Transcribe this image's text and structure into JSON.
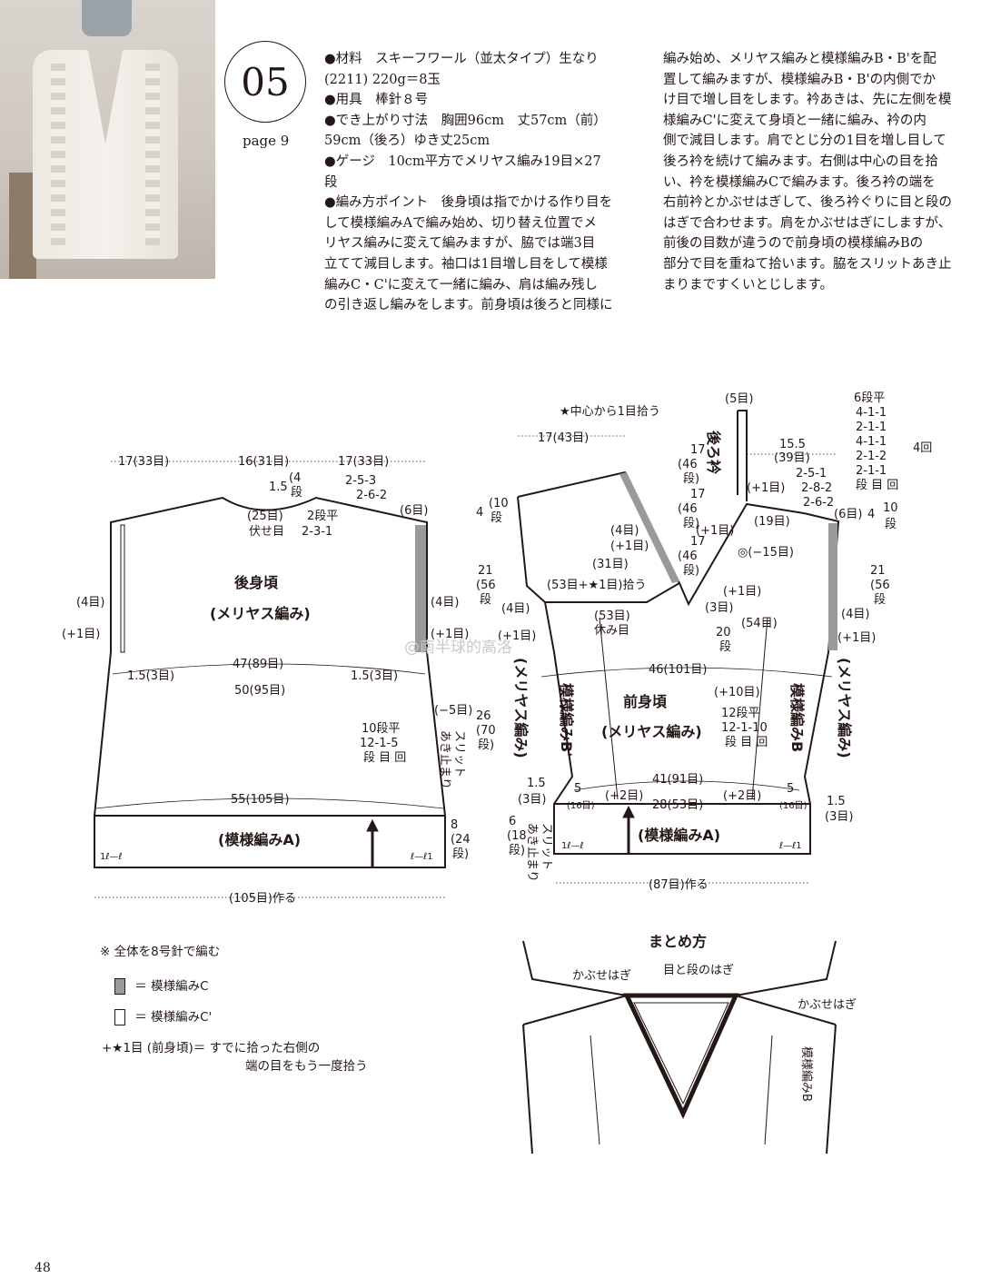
{
  "pattern": {
    "number": "05",
    "page_ref": "page 9"
  },
  "instructions": {
    "col1": [
      "●材料　スキーフワール（並太タイプ）生なり",
      "(2211) 220g＝8玉",
      "●用具　棒針８号",
      "●でき上がり寸法　胸囲96cm　丈57cm（前）",
      "59cm（後ろ）ゆき丈25cm",
      "●ゲージ　10cm平方でメリヤス編み19目×27",
      "段",
      "●編み方ポイント　後身頃は指でかける作り目を",
      "して模様編みAで編み始め、切り替え位置でメ",
      "リヤス編みに変えて編みますが、脇では端3目",
      "立てて減目します。袖口は1目増し目をして模様",
      "編みC・C'に変えて一緒に編み、肩は編み残し",
      "の引き返し編みをします。前身頃は後ろと同様に"
    ],
    "col2": [
      "編み始め、メリヤス編みと模様編みB・B'を配",
      "置して編みますが、模様編みB・B'の内側でか",
      "け目で増し目をします。衿あきは、先に左側を模",
      "様編みC'に変えて身頃と一緒に編み、衿の内",
      "側で減目します。肩でとじ分の1目を増し目して",
      "後ろ衿を続けて編みます。右側は中心の目を拾",
      "い、衿を模様編みCで編みます。後ろ衿の端を",
      "右前衿とかぶせはぎして、後ろ衿ぐりに目と段の",
      "はぎで合わせます。肩をかぶせはぎにしますが、",
      "前後の目数が違うので前身頃の模様編みBの",
      "部分で目を重ねて拾います。脇をスリットあき止",
      "まりまですくいとじします。"
    ]
  },
  "back": {
    "top_dims": [
      "17(33目)",
      "16(31目)",
      "17(33目)"
    ],
    "neck_depth": [
      "1.5",
      "(4",
      "段"
    ],
    "neck_dec": [
      "2-5-3",
      "2-6-2"
    ],
    "neck_center": [
      "(25目)",
      "伏せ目"
    ],
    "neck_flat": [
      "2段平",
      "2-3-1"
    ],
    "shoulder_rows": "(6目)",
    "title": "後身頃",
    "subtitle": "(メリヤス編み)",
    "cuff_left": [
      "(4目)",
      "(+1目)"
    ],
    "cuff_right": [
      "(4目)",
      "(+1目)"
    ],
    "chest": "47(89目)",
    "edge_left": "1.5(3目)",
    "edge_right": "1.5(3目)",
    "lower": "50(95目)",
    "dec_note": "(−5目)",
    "dec_rows": [
      "10段平",
      "12-1-5",
      "段 目 回"
    ],
    "height": [
      "26",
      "(70",
      "段)"
    ],
    "slit": [
      "スリット",
      "あき止まり"
    ],
    "hem_width": "55(105目)",
    "ribbing": "(模様編みA)",
    "ribbing_height": [
      "8",
      "(24",
      "段)"
    ],
    "cast_on": "(105目)作る",
    "mark_left": "1ℓ—ℓ",
    "mark_right": "ℓ—ℓ1"
  },
  "front": {
    "center_pick": "★中心から1目拾う",
    "back_collar_top": "(5目)",
    "back_collar_label": "後ろ衿",
    "collar_width": [
      "15.5",
      "(39目)"
    ],
    "collar_rows": [
      "6段平",
      "4-1-1",
      "2-1-1",
      "4-1-1",
      "2-1-2",
      "2-1-1",
      "段 目 回"
    ],
    "collar_rep": "4回",
    "left_top": "17(43目)",
    "collar_len": [
      "17",
      "(46",
      "段)"
    ],
    "collar_len2": [
      "17",
      "(46",
      "段)"
    ],
    "collar_len3": [
      "17",
      "(46",
      "段)"
    ],
    "shoulder_dec": [
      "2-5-1",
      "2-8-2",
      "2-6-2"
    ],
    "plus1": "(+1目)",
    "rows19": "(19目)",
    "shoulder_right": [
      "(6目)",
      "4"
    ],
    "shoulder_right_rows": [
      "10",
      "段"
    ],
    "left_shoulder": [
      "4",
      "(10",
      "段"
    ],
    "armhole_left": [
      "21",
      "(56",
      "段"
    ],
    "armhole_right": [
      "21",
      "(56",
      "段"
    ],
    "inner_labels": [
      "(4目)",
      "(+1目)",
      "(31目)"
    ],
    "neck_note": "(53目+★1目)拾う",
    "minus15": "◎(−15目)",
    "plus1b": "(+1目)",
    "three": "(3目)",
    "hold": [
      "(53目)",
      "休み目"
    ],
    "fifty4": "(54目)",
    "depth20": [
      "20",
      "段"
    ],
    "cuff_left": [
      "(4目)",
      "(+1目)"
    ],
    "cuff_right": [
      "(4目)",
      "(+1目)"
    ],
    "total": "46(101目)",
    "title": "前身頃",
    "subtitle": "(メリヤス編み)",
    "side_left": "(メリヤス編み)",
    "side_right": "(メリヤス編み)",
    "patB_left": "模様編みB'",
    "patB_right": "模様編みB",
    "inc10": "(+10目)",
    "inc_rows": [
      "12段平",
      "12-1-10",
      "段 目 回"
    ],
    "width41": "41(91目)",
    "width28": "28(53目)",
    "plus2a": "(+2目)",
    "plus2b": "(+2目)",
    "five_left": [
      "5",
      "(16目)"
    ],
    "five_right": [
      "5",
      "(16目)"
    ],
    "edge_left": [
      "1.5",
      "(3目)"
    ],
    "edge_right": [
      "1.5",
      "(3目)"
    ],
    "ribbing_height": [
      "6",
      "(18",
      "段)"
    ],
    "slit": [
      "スリット",
      "あき止まり"
    ],
    "ribbing": "(模様編みA)",
    "cast_on": "(87目)作る",
    "mark_left": "1ℓ—ℓ",
    "mark_right": "ℓ—ℓ1"
  },
  "notes": {
    "all_needles": "※ 全体を8号針で編む",
    "legend_c": "＝ 模様編みC",
    "legend_c2": "＝ 模様編みC'",
    "star_term": "+★1目 (前身頃)＝",
    "star_desc1": "すでに拾った右側の",
    "star_desc2": "端の目をもう一度拾う"
  },
  "assembly": {
    "title": "まとめ方",
    "seam_neck": "目と段のはぎ",
    "seam_left": "かぶせはぎ",
    "seam_right": "かぶせはぎ",
    "pattern_b": "模様編みB"
  },
  "watermark": "@南半球的高洛",
  "page_number": "48",
  "colors": {
    "shade": "#9a9a9a",
    "line": "#231815"
  }
}
